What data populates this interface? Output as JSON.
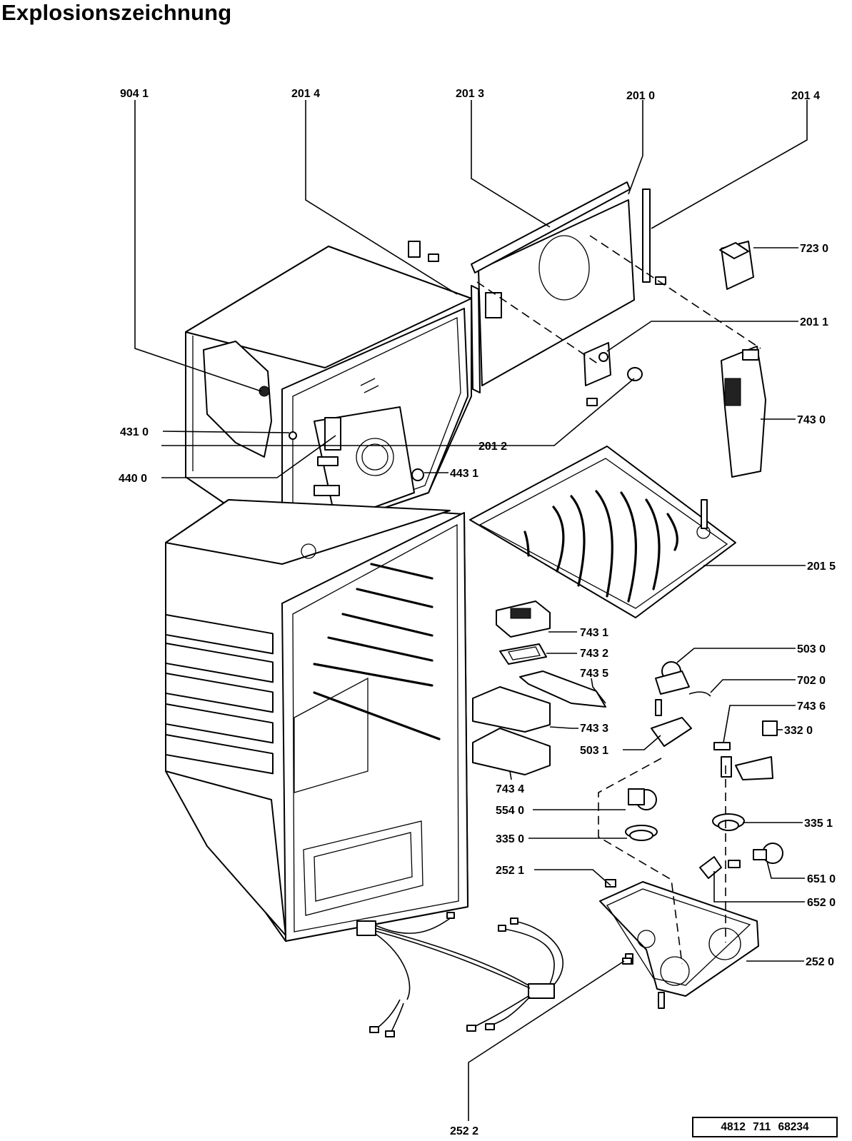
{
  "title": "Explosionszeichnung",
  "document_code": "4812  711  68234",
  "labels": {
    "l_9041": "904 1",
    "l_2014a": "201 4",
    "l_2013": "201 3",
    "l_2010": "201 0",
    "l_2014b": "201 4",
    "l_7230": "723 0",
    "l_2011": "201 1",
    "l_7430": "743 0",
    "l_4310": "431 0",
    "l_2012": "201 2",
    "l_4400": "440 0",
    "l_4431": "443 1",
    "l_2015": "201 5",
    "l_7431": "743 1",
    "l_7432": "743 2",
    "l_7435": "743 5",
    "l_5030": "503 0",
    "l_7020": "702 0",
    "l_7436": "743 6",
    "l_7433": "743 3",
    "l_3320": "332 0",
    "l_5031": "503 1",
    "l_7434": "743 4",
    "l_5540": "554 0",
    "l_3351": "335 1",
    "l_3350": "335 0",
    "l_2521": "252 1",
    "l_6510": "651 0",
    "l_6520": "652 0",
    "l_2520": "252 0",
    "l_2522": "252 2"
  }
}
